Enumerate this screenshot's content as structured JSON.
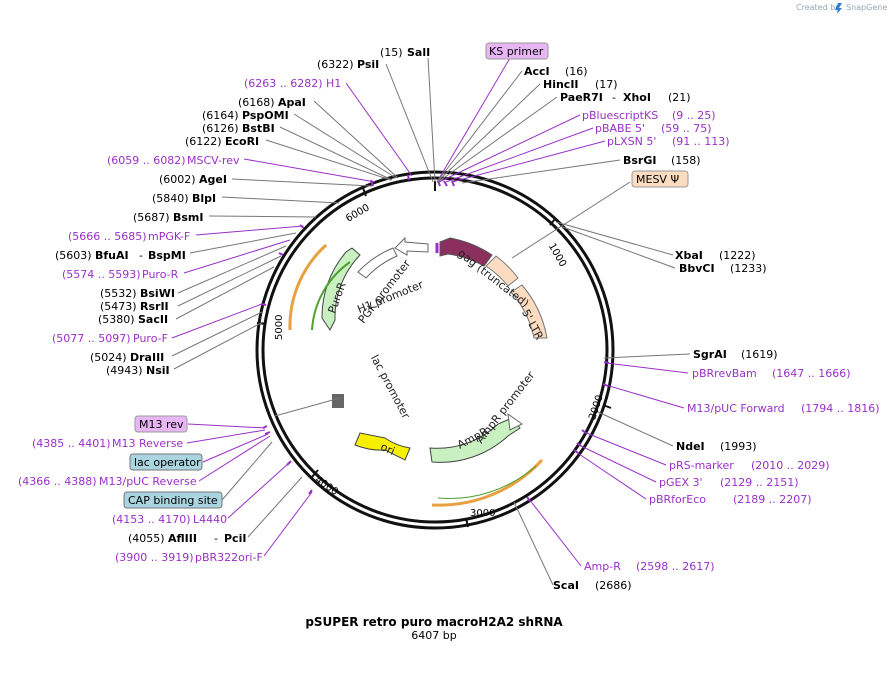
{
  "header": {
    "created_by": "Created by",
    "brand": "SnapGene"
  },
  "plasmid": {
    "name": "pSUPER retro puro macroH2A2 shRNA",
    "length_label": "6407 bp",
    "length": 6407
  },
  "ticks": [
    "1000",
    "2000",
    "3000",
    "4000",
    "5000",
    "6000"
  ],
  "boxed_labels": [
    {
      "text": "KS primer",
      "fill": "#e8b6f4"
    },
    {
      "text": "MESV Ψ",
      "fill": "#fbdcc0"
    },
    {
      "text": "M13 rev",
      "fill": "#e8b6f4"
    },
    {
      "text": "lac operator",
      "fill": "#a9d4e0"
    },
    {
      "text": "CAP binding site",
      "fill": "#a9d4e0"
    }
  ],
  "right_labels": [
    {
      "pos": "(15)",
      "name": "SalI"
    },
    {
      "pos": "(16)",
      "name": "AccI"
    },
    {
      "pos": "(17)",
      "name": "HincII"
    },
    {
      "pos": "(21)",
      "name": "PaeR7I",
      "name2": "XhoI"
    },
    {
      "feature": "pBluescriptKS",
      "range": "(9 .. 25)"
    },
    {
      "feature": "pBABE 5'",
      "range": "(59 .. 75)"
    },
    {
      "feature": "pLXSN 5'",
      "range": "(91 .. 113)"
    },
    {
      "pos": "(158)",
      "name": "BsrGI"
    },
    {
      "pos": "(1222)",
      "name": "XbaI"
    },
    {
      "pos": "(1233)",
      "name": "BbvCI"
    },
    {
      "pos": "(1619)",
      "name": "SgrAI"
    },
    {
      "feature": "pBRrevBam",
      "range": "(1647 .. 1666)"
    },
    {
      "feature": "M13/pUC Forward",
      "range": "(1794 .. 1816)"
    },
    {
      "pos": "(1993)",
      "name": "NdeI"
    },
    {
      "feature": "pRS-marker",
      "range": "(2010 .. 2029)"
    },
    {
      "feature": "pGEX 3'",
      "range": "(2129 .. 2151)"
    },
    {
      "feature": "pBRforEco",
      "range": "(2189 .. 2207)"
    },
    {
      "feature": "Amp-R",
      "range": "(2598 .. 2617)"
    },
    {
      "pos": "(2686)",
      "name": "ScaI"
    }
  ],
  "left_labels": [
    {
      "pos": "(6322)",
      "name": "PsiI"
    },
    {
      "feature": "H1",
      "range": "(6263 .. 6282)"
    },
    {
      "pos": "(6168)",
      "name": "ApaI"
    },
    {
      "pos": "(6164)",
      "name": "PspOMI"
    },
    {
      "pos": "(6126)",
      "name": "BstBI"
    },
    {
      "pos": "(6122)",
      "name": "EcoRI"
    },
    {
      "feature": "MSCV-rev",
      "range": "(6059 .. 6082)"
    },
    {
      "pos": "(6002)",
      "name": "AgeI"
    },
    {
      "pos": "(5840)",
      "name": "BlpI"
    },
    {
      "pos": "(5687)",
      "name": "BsmI"
    },
    {
      "feature": "mPGK-F",
      "range": "(5666 .. 5685)"
    },
    {
      "pos": "(5603)",
      "name": "BfuAI",
      "name2": "BspMI"
    },
    {
      "feature": "Puro-R",
      "range": "(5574 .. 5593)"
    },
    {
      "pos": "(5532)",
      "name": "BsiWI"
    },
    {
      "pos": "(5473)",
      "name": "RsrII"
    },
    {
      "pos": "(5380)",
      "name": "SacII"
    },
    {
      "feature": "Puro-F",
      "range": "(5077 .. 5097)"
    },
    {
      "pos": "(5024)",
      "name": "DraIII"
    },
    {
      "pos": "(4943)",
      "name": "NsiI"
    },
    {
      "feature": "M13 Reverse",
      "range": "(4385 .. 4401)"
    },
    {
      "feature": "M13/pUC Reverse",
      "range": "(4366 .. 4388)"
    },
    {
      "feature": "L4440",
      "range": "(4153 .. 4170)"
    },
    {
      "pos": "(4055)",
      "name": "AflIII",
      "name2": "PciI"
    },
    {
      "feature": "pBR322ori-F",
      "range": "(3900 .. 3919)"
    }
  ],
  "map_features": {
    "gag": "gag (truncated)",
    "ltr": "5' LTR",
    "h1": "H1 promoter",
    "pgk": "PGK promoter",
    "puror": "PuroR",
    "lac": "lac promoter",
    "ori": "ori",
    "ampr": "AmpR",
    "ampr_prom": "AmpR promoter"
  },
  "colors": {
    "feature_text": "#9a30c8",
    "gag": "#8b2f5e",
    "ltr": "#fbdcc0",
    "puro": "#c8f0c0",
    "ori": "#f6f000",
    "amp": "#c8f0c0",
    "orange": "#e8a040",
    "green": "#50a030"
  }
}
